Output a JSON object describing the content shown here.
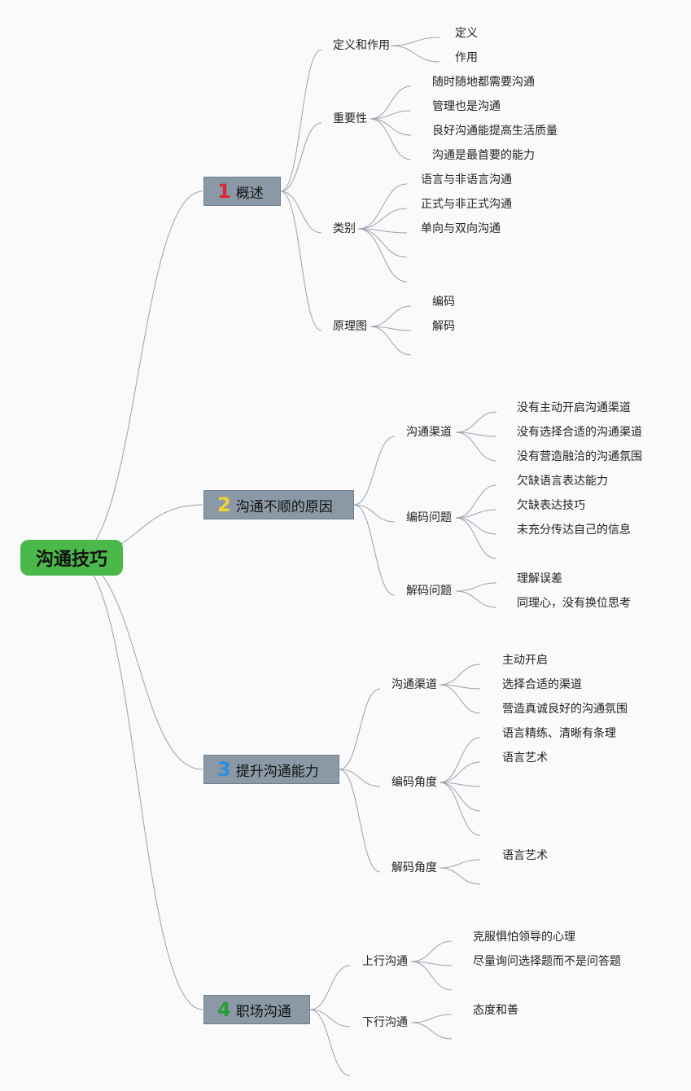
{
  "root": {
    "label": "沟通技巧",
    "color": "#4bb84a"
  },
  "sections": [
    {
      "num": "1",
      "num_color": "#d9263a",
      "label": "概述",
      "children": [
        {
          "label": "定义和作用",
          "items": [
            "定义",
            "作用"
          ]
        },
        {
          "label": "重要性",
          "items": [
            "随时随地都需要沟通",
            "管理也是沟通",
            "良好沟通能提高生活质量",
            "沟通是最首要的能力"
          ]
        },
        {
          "label": "类别",
          "items": [
            "语言与非语言沟通",
            "正式与非正式沟通",
            "单向与双向沟通",
            "",
            ""
          ]
        },
        {
          "label": "原理图",
          "items": [
            "编码",
            "解码",
            ""
          ]
        }
      ]
    },
    {
      "num": "2",
      "num_color": "#f2d230",
      "label": "沟通不顺的原因",
      "children": [
        {
          "label": "沟通渠道",
          "items": [
            "没有主动开启沟通渠道",
            "没有选择合适的沟通渠道",
            "没有营造融洽的沟通氛围"
          ]
        },
        {
          "label": "编码问题",
          "items": [
            "欠缺语言表达能力",
            "欠缺表达技巧",
            "未充分传达自己的信息",
            ""
          ]
        },
        {
          "label": "解码问题",
          "items": [
            "理解误差",
            "同理心，没有换位思考"
          ]
        }
      ]
    },
    {
      "num": "3",
      "num_color": "#2a8fe0",
      "label": "提升沟通能力",
      "children": [
        {
          "label": "沟通渠道",
          "items": [
            "主动开启",
            "选择合适的渠道",
            "营造真诚良好的沟通氛围"
          ]
        },
        {
          "label": "编码角度",
          "items": [
            "语言精练、清晰有条理",
            "语言艺术",
            "",
            "",
            ""
          ]
        },
        {
          "label": "解码角度",
          "items": [
            "语言艺术",
            ""
          ]
        }
      ]
    },
    {
      "num": "4",
      "num_color": "#2a9a3a",
      "label": "职场沟通",
      "children": [
        {
          "label": "上行沟通",
          "items": [
            "克服惧怕领导的心理",
            "尽量询问选择题而不是问答题",
            ""
          ]
        },
        {
          "label": "下行沟通",
          "items": [
            "态度和善",
            ""
          ]
        },
        {
          "label": "",
          "items": []
        }
      ]
    }
  ],
  "line_color": "#9aa1b0"
}
